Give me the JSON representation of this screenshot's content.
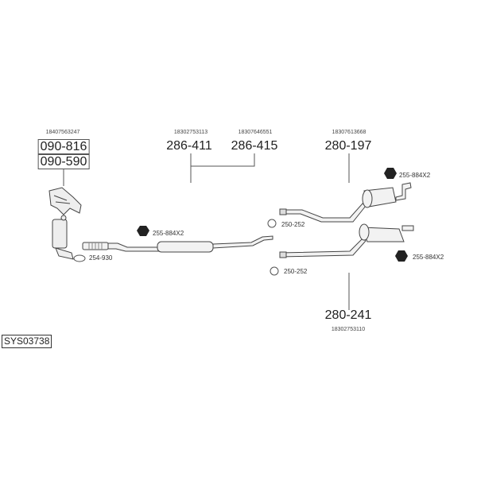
{
  "system_code": "SYS03738",
  "parts": {
    "manifold": {
      "oe": "18407563247",
      "numbers": [
        "090-816",
        "090-590"
      ]
    },
    "front_pipe": {
      "oe": "18302753113",
      "number": "286-411"
    },
    "middle_pipe": {
      "oe": "18307646551",
      "number": "286-415"
    },
    "rear_upper": {
      "oe": "18307613668",
      "number": "280-197"
    },
    "rear_lower": {
      "oe": "18302753110",
      "number": "280-241"
    }
  },
  "accessories": {
    "nut_front": "255-884X2",
    "gasket_front": "254-930",
    "clamp_upper": "250-252",
    "nut_upper": "255-884X2",
    "clamp_lower": "250-252",
    "nut_lower": "255-884X2"
  }
}
